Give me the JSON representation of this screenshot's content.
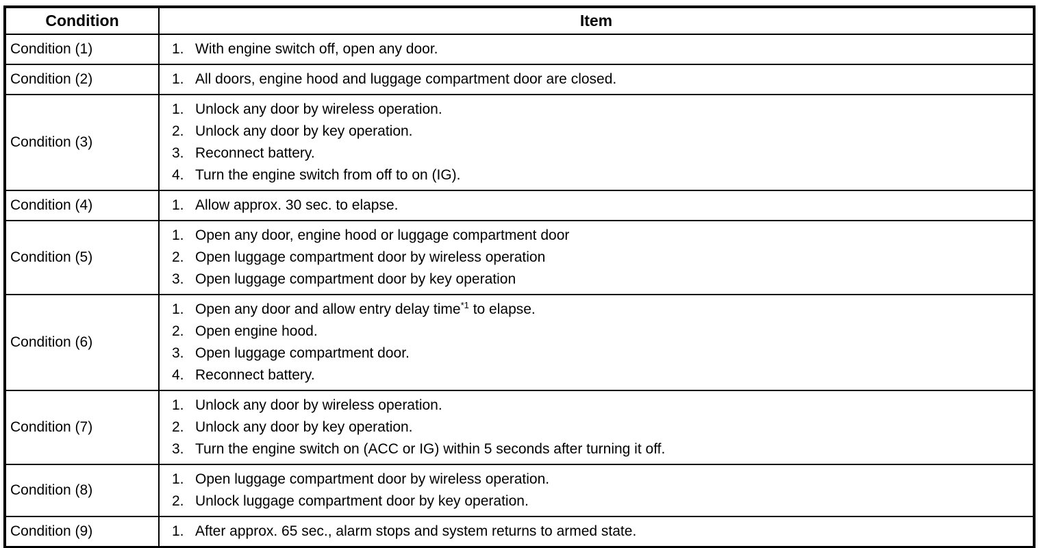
{
  "table": {
    "headers": {
      "condition": "Condition",
      "item": "Item"
    },
    "rows": [
      {
        "condition": "Condition (1)",
        "items": [
          {
            "num": "1.",
            "text": "With engine switch off, open any door."
          }
        ]
      },
      {
        "condition": "Condition (2)",
        "items": [
          {
            "num": "1.",
            "text": "All doors, engine hood and luggage compartment door are closed."
          }
        ]
      },
      {
        "condition": "Condition (3)",
        "items": [
          {
            "num": "1.",
            "text": "Unlock any door by wireless operation."
          },
          {
            "num": "2.",
            "text": "Unlock any door by key operation."
          },
          {
            "num": "3.",
            "text": "Reconnect battery."
          },
          {
            "num": "4.",
            "text": "Turn the engine switch from off to on (IG)."
          }
        ]
      },
      {
        "condition": "Condition (4)",
        "items": [
          {
            "num": "1.",
            "text": "Allow approx. 30 sec. to elapse."
          }
        ]
      },
      {
        "condition": "Condition (5)",
        "items": [
          {
            "num": "1.",
            "text": "Open any door, engine hood or luggage compartment door"
          },
          {
            "num": "2.",
            "text": "Open luggage compartment door by wireless operation"
          },
          {
            "num": "3.",
            "text": "Open luggage compartment door by key operation"
          }
        ]
      },
      {
        "condition": "Condition (6)",
        "items": [
          {
            "num": "1.",
            "text": "Open any door and allow entry delay time",
            "sup": "*1",
            "text_after": " to elapse."
          },
          {
            "num": "2.",
            "text": "Open engine hood."
          },
          {
            "num": "3.",
            "text": "Open luggage compartment door."
          },
          {
            "num": "4.",
            "text": "Reconnect battery."
          }
        ]
      },
      {
        "condition": "Condition (7)",
        "items": [
          {
            "num": "1.",
            "text": "Unlock any door by wireless operation."
          },
          {
            "num": "2.",
            "text": "Unlock any door by key operation."
          },
          {
            "num": "3.",
            "text": "Turn the engine switch on (ACC or IG) within 5 seconds after turning it off."
          }
        ]
      },
      {
        "condition": "Condition (8)",
        "items": [
          {
            "num": "1.",
            "text": "Open luggage compartment door by wireless operation."
          },
          {
            "num": "2.",
            "text": "Unlock luggage compartment door by key operation."
          }
        ]
      },
      {
        "condition": "Condition (9)",
        "items": [
          {
            "num": "1.",
            "text": "After approx. 65 sec., alarm stops and system returns to armed state."
          }
        ]
      }
    ]
  }
}
